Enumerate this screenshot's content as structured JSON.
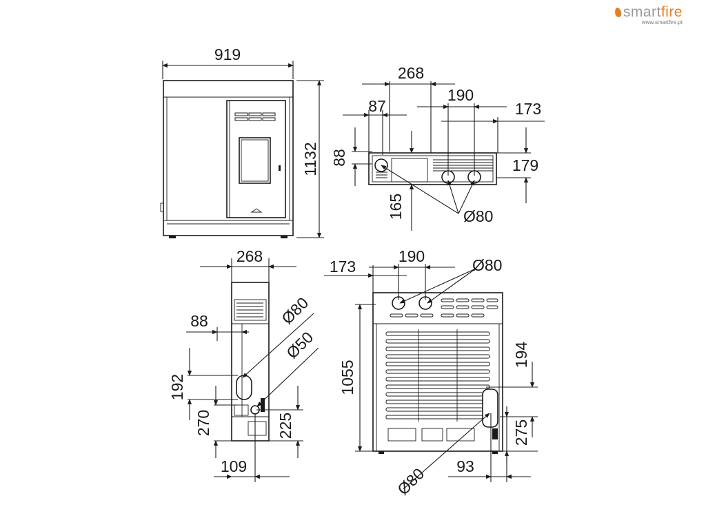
{
  "brand": {
    "name_prefix": "smart",
    "name_suffix": "fire",
    "url": "www.smartfire.pt",
    "accent_color": "#e67e22",
    "text_color": "#9a9a9a"
  },
  "front_view": {
    "width": "919",
    "height": "1132"
  },
  "top_view": {
    "d268": "268",
    "d87": "87",
    "d190": "190",
    "d173": "173",
    "d88": "88",
    "d179": "179",
    "d165": "165",
    "pipe": "Ø80"
  },
  "side_view": {
    "d268": "268",
    "d88": "88",
    "d192": "192",
    "d270": "270",
    "d225": "225",
    "d109": "109",
    "pipe80": "Ø80",
    "pipe50": "Ø50"
  },
  "rear_view": {
    "d173": "173",
    "d190": "190",
    "pipe_top": "Ø80",
    "d1055": "1055",
    "d194": "194",
    "d275": "275",
    "d93": "93",
    "pipe_bottom": "Ø80"
  }
}
